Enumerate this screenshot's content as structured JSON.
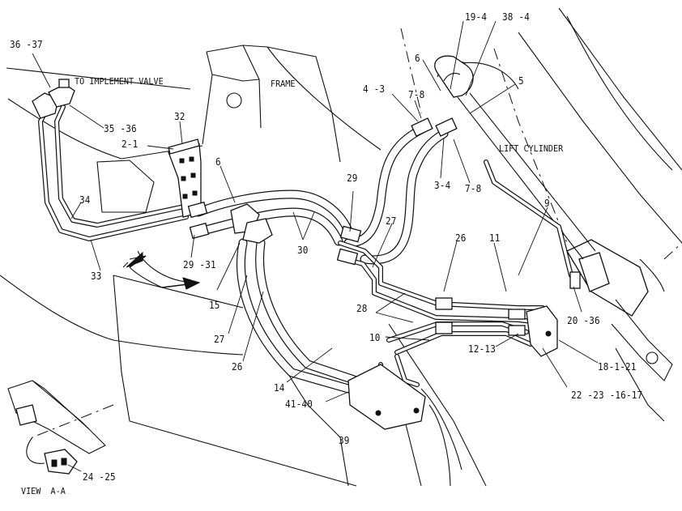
{
  "notes": {
    "to_implement_valve": "TO IMPLEMENT VALVE",
    "frame": "FRAME",
    "lift_cylinder": "LIFT CYLINDER",
    "view": "VIEW  A-A"
  },
  "callouts": {
    "c36_37": "36 -37",
    "c35_36": "35 -36",
    "c32": "32",
    "c2_1": "2-1",
    "c6a": "6",
    "c34": "34",
    "c33": "33",
    "c29_31": "29 -31",
    "c15": "15",
    "c30": "30",
    "c29": "29",
    "c27a": "27",
    "c27b": "27",
    "c26a": "26",
    "c26b": "26",
    "c14": "14",
    "c41_40": "41-40",
    "c39": "39",
    "c28": "28",
    "c10": "10",
    "c11": "11",
    "c12_13": "12-13",
    "c9": "9",
    "c20_36": "20 -36",
    "c18_1_21": "18-1-21",
    "c22_23_16_17": "22 -23 -16-17",
    "c4_3": "4 -3",
    "c7_8a": "7-8",
    "c19_4": "19-4",
    "c38_4": "38 -4",
    "c6b": "6",
    "c5": "5",
    "c3_4": "3-4",
    "c7_8b": "7-8",
    "c24_25": "24 -25"
  }
}
